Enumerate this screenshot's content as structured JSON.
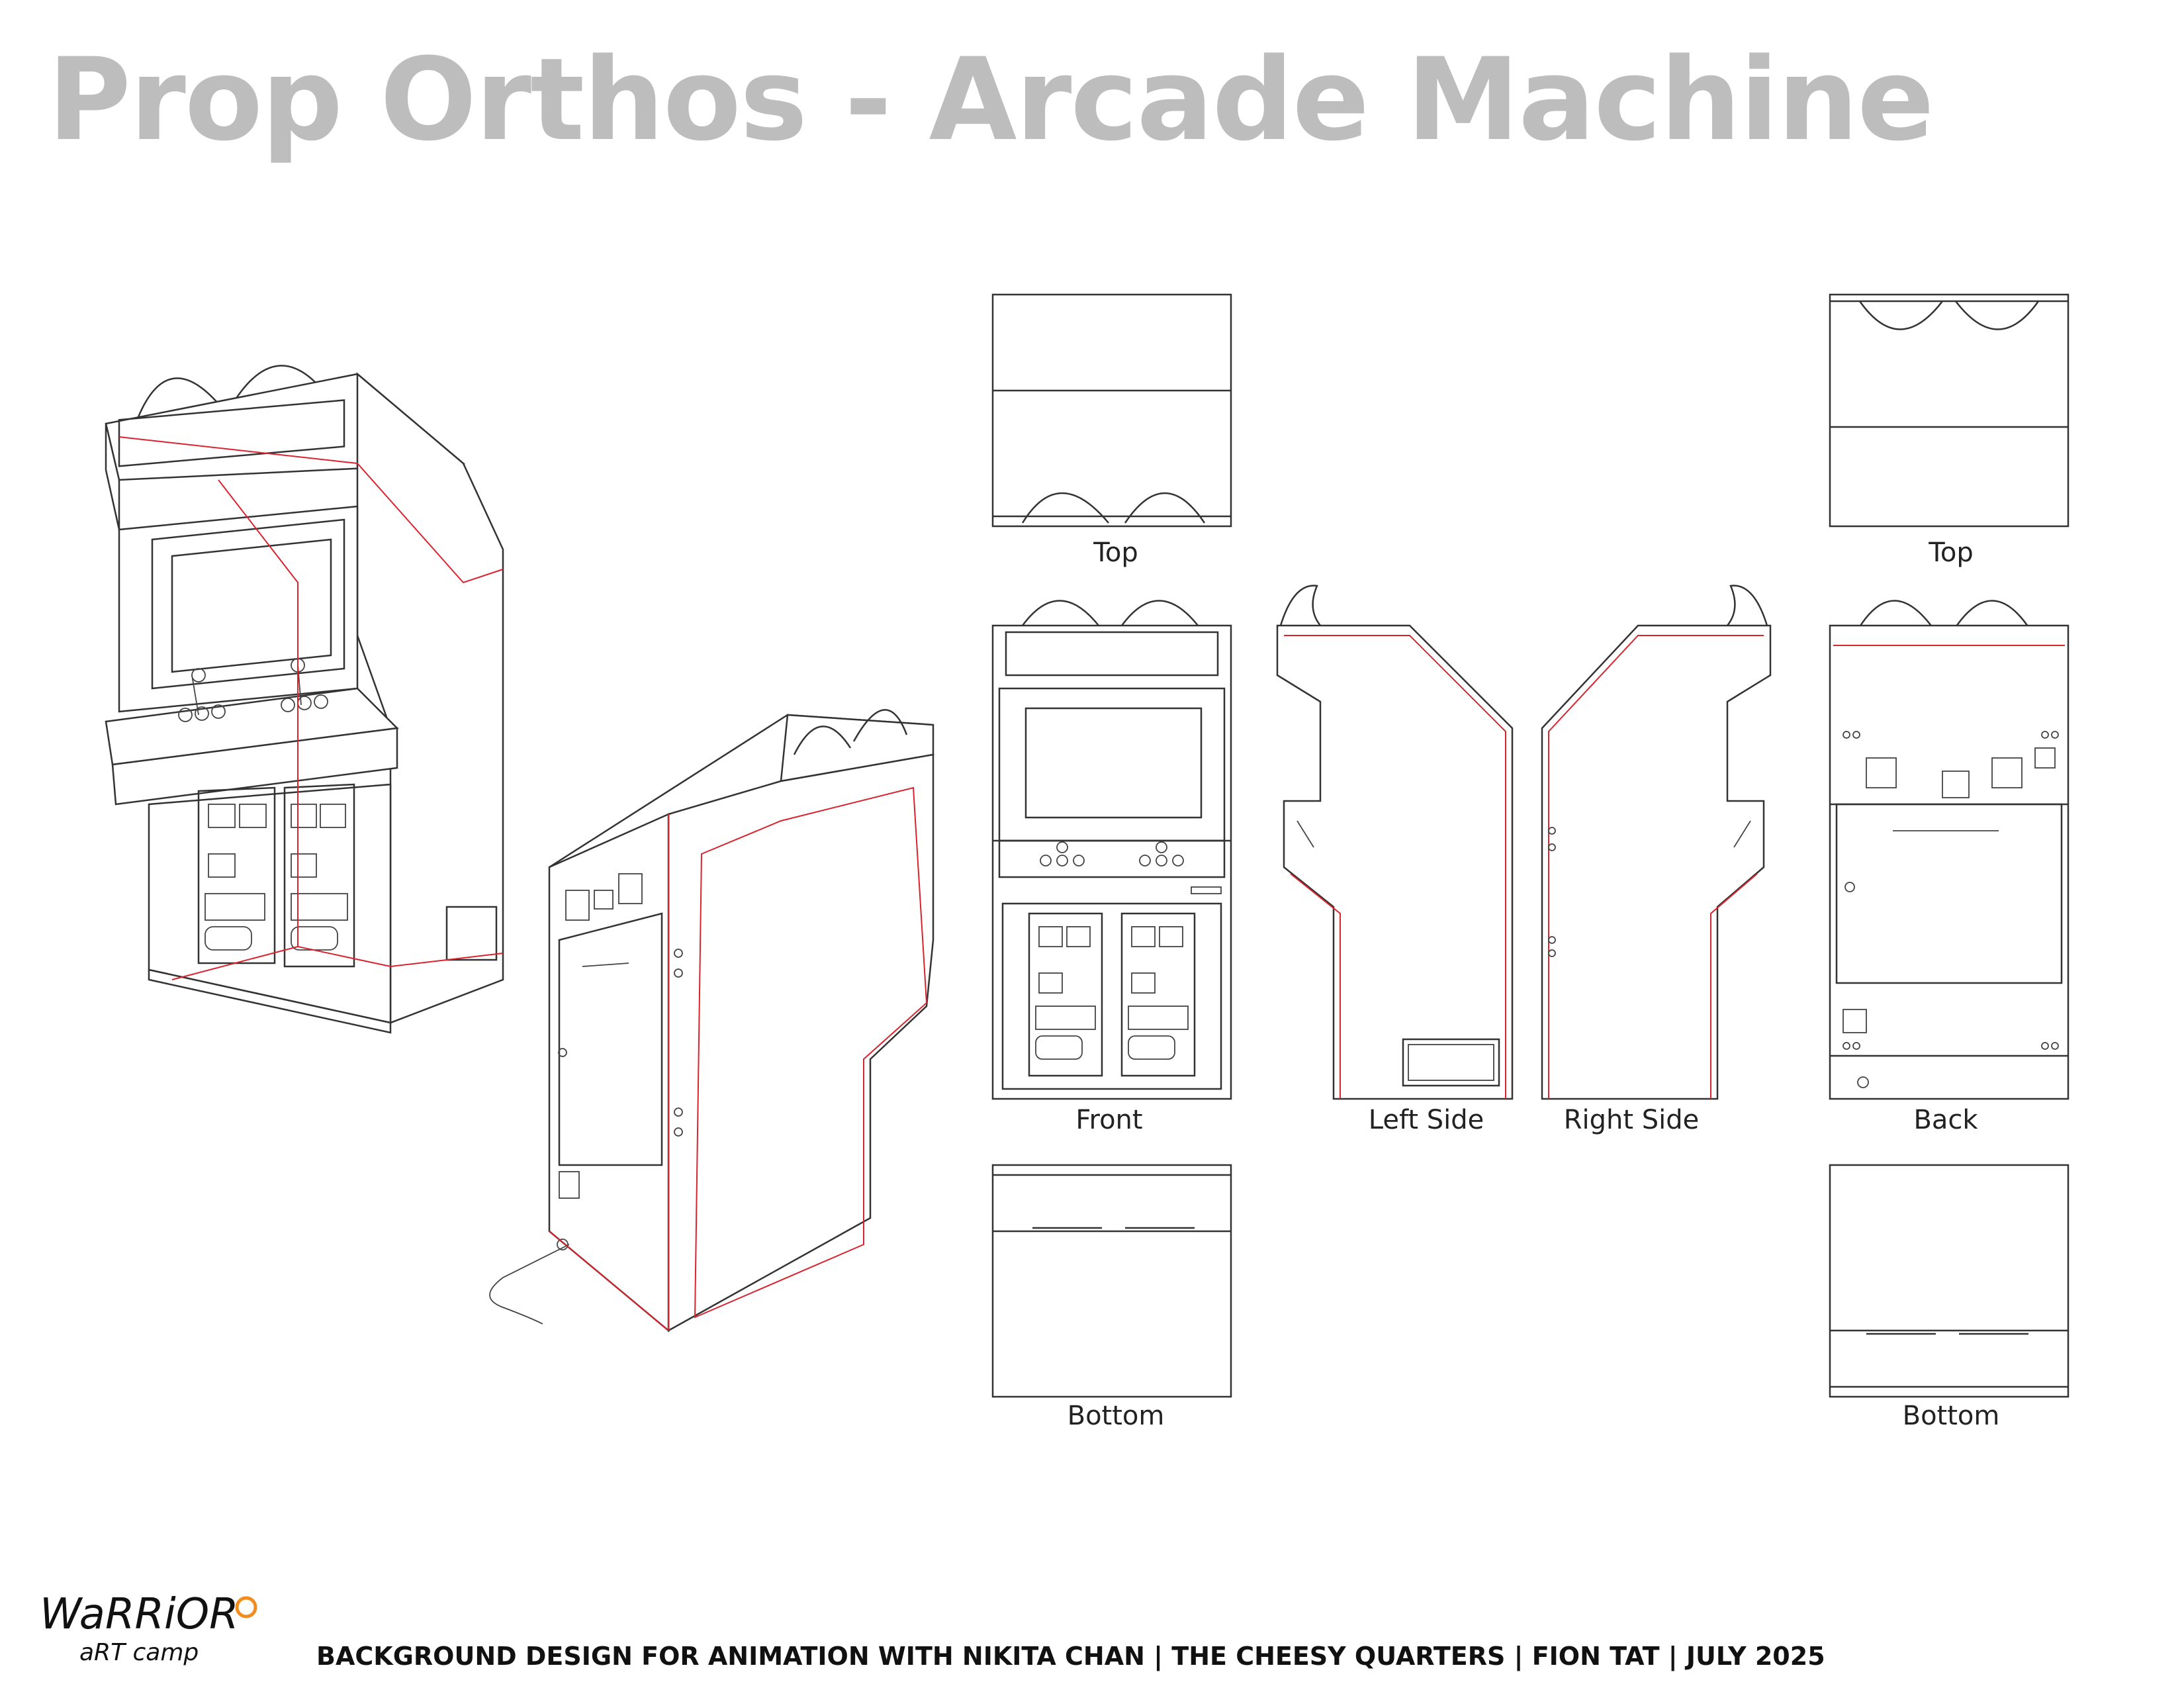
{
  "title": "Prop Orthos - Arcade Machine",
  "views": {
    "front_top": "Top",
    "back_top": "Top",
    "front": "Front",
    "left_side": "Left Side",
    "right_side": "Right Side",
    "back": "Back",
    "front_bottom": "Bottom",
    "back_bottom": "Bottom"
  },
  "logo": {
    "line1": "WaRRiOR",
    "line2": "aRT camp"
  },
  "footer": "BACKGROUND DESIGN FOR ANIMATION WITH NIKITA CHAN  |  THE CHEESY QUARTERS  |  FION TAT  |  JULY 2025",
  "colors": {
    "title": "#bdbdbd",
    "line": "#333333",
    "guide": "#d9232e",
    "logo_accent": "#f28c1e"
  }
}
